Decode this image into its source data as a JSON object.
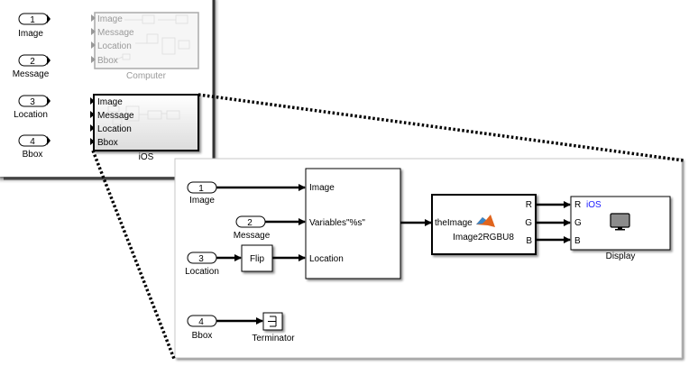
{
  "top_panel": {
    "inports": [
      {
        "number": "1",
        "label": "Image"
      },
      {
        "number": "2",
        "label": "Message"
      },
      {
        "number": "3",
        "label": "Location"
      },
      {
        "number": "4",
        "label": "Bbox"
      }
    ],
    "computer_block": {
      "name": "Computer",
      "ports": [
        "Image",
        "Message",
        "Location",
        "Bbox"
      ]
    },
    "ios_block": {
      "name": "iOS",
      "ports": [
        "Image",
        "Message",
        "Location",
        "Bbox"
      ]
    }
  },
  "detail_panel": {
    "inports": [
      {
        "number": "1",
        "label": "Image"
      },
      {
        "number": "2",
        "label": "Message"
      },
      {
        "number": "3",
        "label": "Location"
      },
      {
        "number": "4",
        "label": "Bbox"
      }
    ],
    "flip_block": {
      "label": "Flip"
    },
    "insert_block": {
      "ports": [
        "Image",
        "Variables\"%s\"",
        "Location"
      ]
    },
    "function_block": {
      "input": "theImage",
      "name": "Image2RGBU8",
      "outputs": [
        "R",
        "G",
        "B"
      ],
      "icon": "matlab-logo-icon"
    },
    "display_block": {
      "name": "Display",
      "inputs": [
        "R",
        "G",
        "B"
      ],
      "target": "iOS",
      "target_color": "#1a1aff",
      "icon": "monitor-icon"
    },
    "terminator_block": {
      "name": "Terminator",
      "icon": "terminator-icon"
    }
  }
}
